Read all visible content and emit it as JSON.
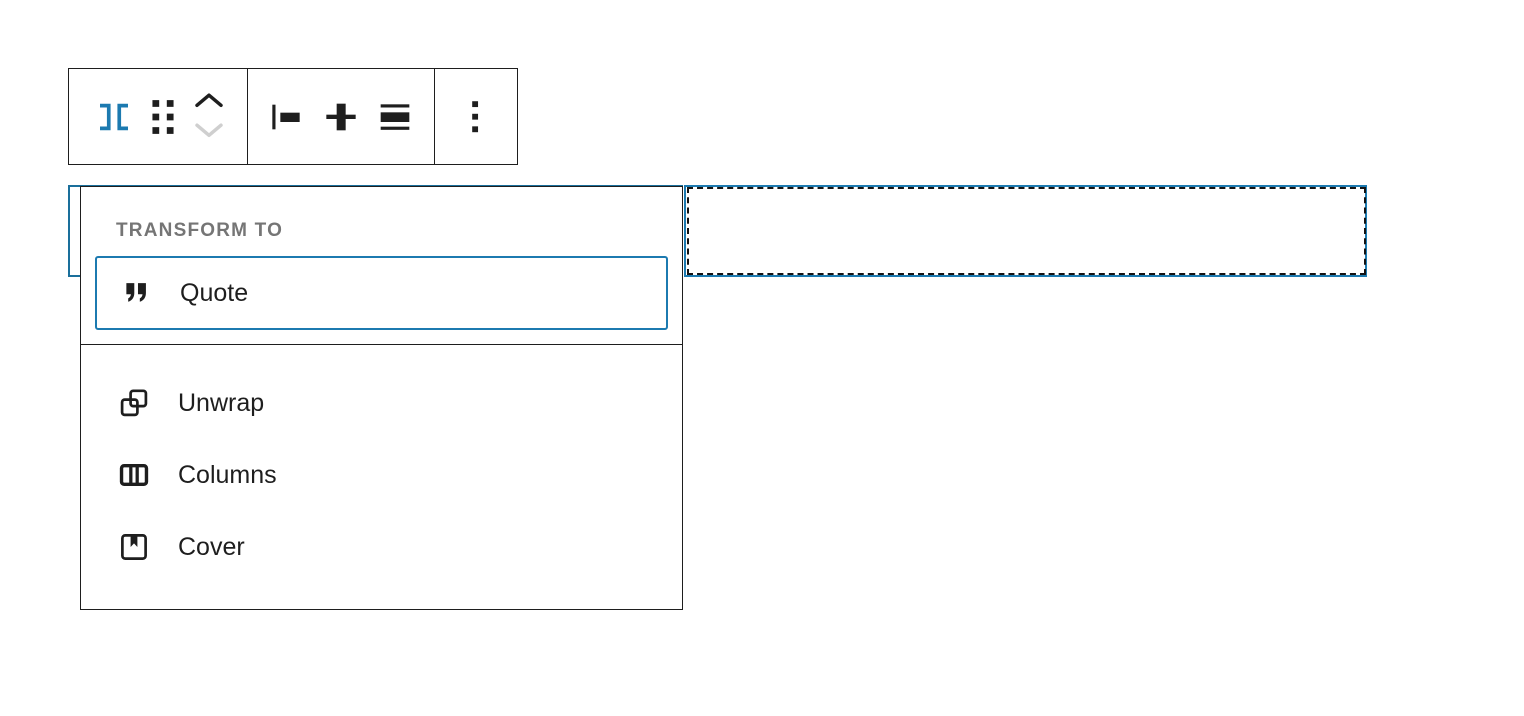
{
  "app": {
    "context": "wordpress-block-editor",
    "accent_color": "#1c7ab0",
    "text_color": "#1e1e1e",
    "muted_color": "#757575",
    "border_color": "#1e1e1e"
  },
  "toolbar": {
    "name": "block-toolbar",
    "groups": [
      {
        "name": "block-controls",
        "buttons": [
          {
            "name": "block-type-group",
            "icon": "group-block-icon",
            "label": "Group",
            "color": "#1c7ab0",
            "active": true
          },
          {
            "name": "drag-handle",
            "icon": "drag-handle-icon",
            "label": "Drag"
          },
          {
            "name": "move-up",
            "icon": "chevron-up-icon",
            "label": "Move up",
            "enabled": true
          },
          {
            "name": "move-down",
            "icon": "chevron-down-icon",
            "label": "Move down",
            "enabled": false
          }
        ]
      },
      {
        "name": "alignment-controls",
        "buttons": [
          {
            "name": "align-left",
            "icon": "align-left-icon",
            "label": "Align left"
          },
          {
            "name": "align-center",
            "icon": "align-center-icon",
            "label": "Align center"
          },
          {
            "name": "align-justify",
            "icon": "align-justify-icon",
            "label": "Justify"
          }
        ]
      },
      {
        "name": "options-controls",
        "buttons": [
          {
            "name": "more-options",
            "icon": "more-vertical-icon",
            "label": "Options"
          }
        ]
      }
    ]
  },
  "dropdown": {
    "name": "transform-menu",
    "heading": "TRANSFORM TO",
    "transform_items": [
      {
        "id": "quote",
        "label": "Quote",
        "icon": "quote-icon",
        "selected": true
      }
    ],
    "other_items": [
      {
        "id": "unwrap",
        "label": "Unwrap",
        "icon": "unwrap-icon"
      },
      {
        "id": "columns",
        "label": "Columns",
        "icon": "columns-icon"
      },
      {
        "id": "cover",
        "label": "Cover",
        "icon": "cover-icon"
      }
    ]
  },
  "canvas": {
    "selected_block": {
      "name": "selected-block",
      "border_color": "#1a6f9b"
    },
    "drop_indicator": {
      "name": "drop-indicator",
      "style": "dashed",
      "color": "#131313"
    }
  }
}
